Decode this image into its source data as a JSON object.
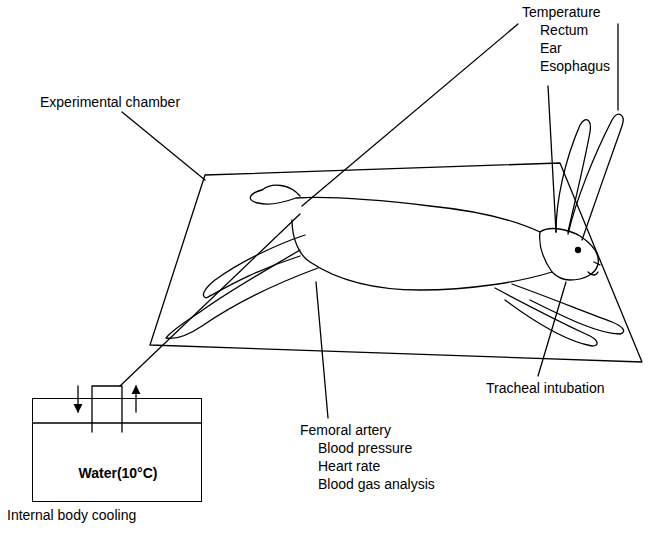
{
  "diagram": {
    "nodes": [
      {
        "text": [
          "Water(10°C)",
          "Internal body cooling"
        ]
      }
    ],
    "labels": [
      "Temperature",
      "Rectum",
      "Ear",
      "Esophagus",
      "Experimental chamber",
      "Tracheal intubation",
      "Femoral artery",
      "Blood pressure",
      "Heart rate",
      "Blood gas analysis"
    ]
  }
}
